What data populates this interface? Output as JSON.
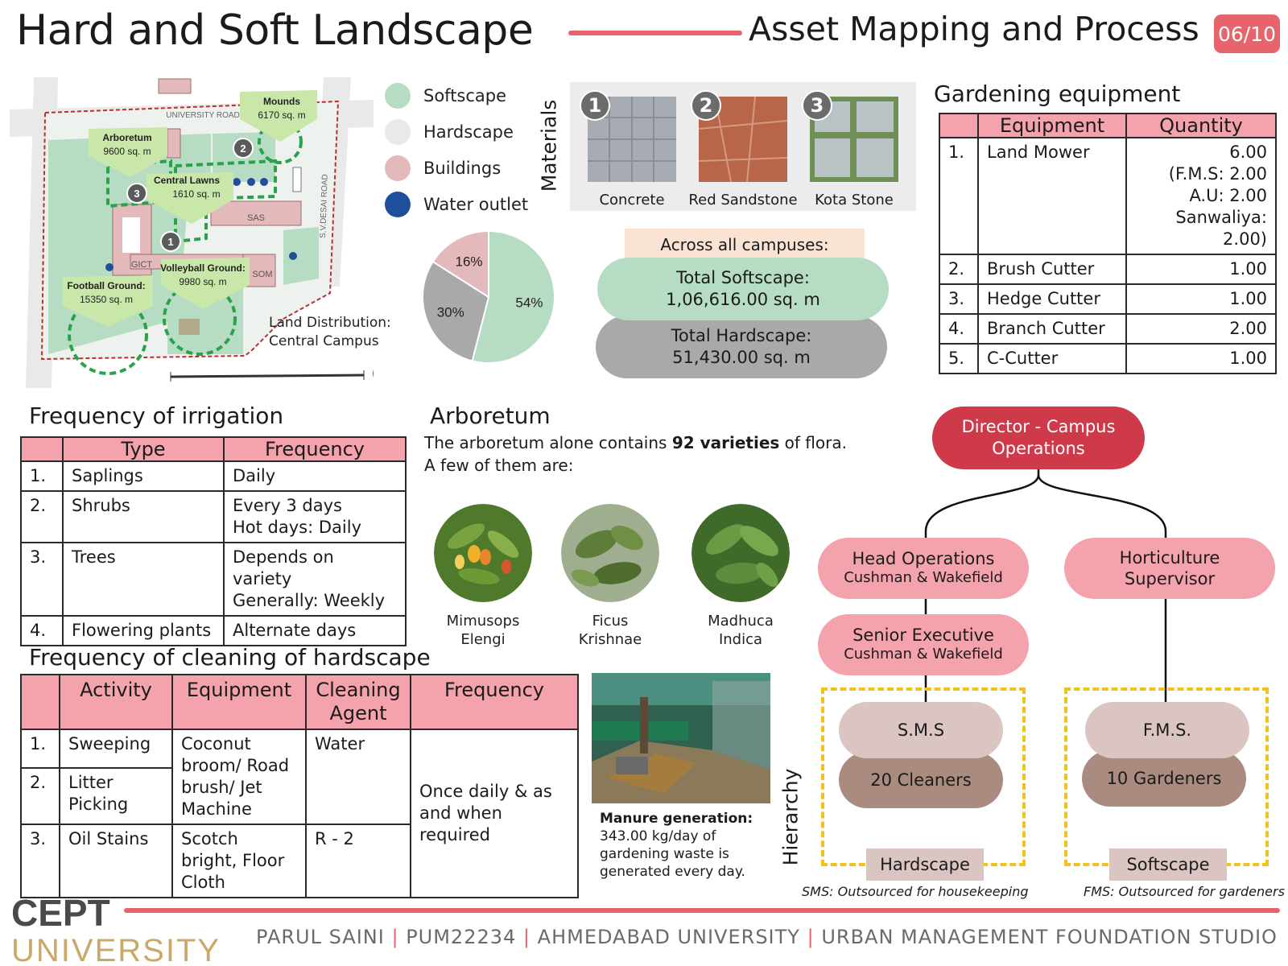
{
  "header": {
    "title": "Hard and Soft Landscape",
    "subtitle": "Asset Mapping and Process",
    "page_badge": "06/10"
  },
  "map": {
    "labels": {
      "mounds": "Mounds",
      "mounds_area": "6170 sq. m",
      "arboretum": "Arboretum",
      "arboretum_area": "9600 sq. m",
      "central_lawns": "Central Lawns",
      "central_lawns_area": "1610 sq. m",
      "volleyball": "Volleyball Ground:",
      "volleyball_area": "9980 sq. m",
      "football": "Football Ground:",
      "football_area": "15350 sq. m",
      "university_road": "UNIVERSITY ROAD",
      "desai_road": "S.V.DESAI ROAD",
      "sas": "SAS",
      "gict": "GICT",
      "som": "SOM",
      "marker_1": "1",
      "marker_2": "2",
      "marker_3": "3"
    },
    "caption_line1": "Land Distribution:",
    "caption_line2": "Central Campus"
  },
  "legend": [
    {
      "label": "Softscape",
      "color": "#b6dcc4"
    },
    {
      "label": "Hardscape",
      "color": "#e9e9e9"
    },
    {
      "label": "Buildings",
      "color": "#e3b9bc"
    },
    {
      "label": "Water outlet",
      "color": "#1f4e9a"
    }
  ],
  "chart_data": {
    "type": "pie",
    "slices": [
      {
        "label": "54%",
        "value": 54,
        "color": "#b6dcc4"
      },
      {
        "label": "30%",
        "value": 30,
        "color": "#a9a9a9"
      },
      {
        "label": "16%",
        "value": 16,
        "color": "#e3b9bc"
      }
    ]
  },
  "materials": {
    "heading": "Materials",
    "items": [
      {
        "num": "1",
        "name": "Concrete"
      },
      {
        "num": "2",
        "name": "Red Sandstone"
      },
      {
        "num": "3",
        "name": "Kota Stone"
      }
    ]
  },
  "campus_totals": {
    "heading": "Across all campuses:",
    "softscape_label": "Total Softscape:",
    "softscape_value": "1,06,616.00 sq. m",
    "hardscape_label": "Total Hardscape:",
    "hardscape_value": "51,430.00 sq. m"
  },
  "gardening_equipment": {
    "title": "Gardening equipment",
    "headers": [
      "Equipment",
      "Quantity"
    ],
    "rows": [
      {
        "num": "1.",
        "equipment": "Land Mower",
        "qty_lines": [
          "6.00",
          "(F.M.S: 2.00",
          "A.U: 2.00",
          "Sanwaliya: 2.00)"
        ]
      },
      {
        "num": "2.",
        "equipment": "Brush Cutter",
        "qty_lines": [
          "1.00"
        ]
      },
      {
        "num": "3.",
        "equipment": "Hedge Cutter",
        "qty_lines": [
          "1.00"
        ]
      },
      {
        "num": "4.",
        "equipment": "Branch Cutter",
        "qty_lines": [
          "2.00"
        ]
      },
      {
        "num": "5.",
        "equipment": "C-Cutter",
        "qty_lines": [
          "1.00"
        ]
      }
    ]
  },
  "irrigation": {
    "title": "Frequency of irrigation",
    "headers": [
      "Type",
      "Frequency"
    ],
    "rows": [
      {
        "num": "1.",
        "type": "Saplings",
        "freq": [
          "Daily"
        ]
      },
      {
        "num": "2.",
        "type": "Shrubs",
        "freq": [
          "Every 3 days",
          "Hot days: Daily"
        ]
      },
      {
        "num": "3.",
        "type": "Trees",
        "freq": [
          "Depends on variety",
          "Generally: Weekly"
        ]
      },
      {
        "num": "4.",
        "type": "Flowering plants",
        "freq": [
          "Alternate days"
        ]
      }
    ]
  },
  "cleaning": {
    "title": "Frequency of cleaning of hardscape",
    "headers": [
      "Activity",
      "Equipment",
      "Cleaning Agent",
      "Frequency"
    ],
    "rows": [
      {
        "num": "1.",
        "activity": "Sweeping"
      },
      {
        "num": "2.",
        "activity": "Litter Picking"
      },
      {
        "num": "3.",
        "activity": "Oil Stains"
      }
    ],
    "equipment_1_2": "Coconut broom/ Road brush/ Jet Machine",
    "equipment_3": "Scotch bright, Floor Cloth",
    "agent_1_2": "Water",
    "agent_3": "R - 2",
    "frequency_all": "Once daily & as and when required"
  },
  "arboretum": {
    "title": "Arboretum",
    "text_before": "The arboretum alone contains ",
    "text_bold": "92 varieties",
    "text_after": " of flora.",
    "text_line2": "A few of them are:",
    "plants": [
      {
        "line1": "Mimusops",
        "line2": "Elengi"
      },
      {
        "line1": "Ficus",
        "line2": "Krishnae"
      },
      {
        "line1": "Madhuca",
        "line2": "Indica"
      }
    ]
  },
  "manure": {
    "label": "Manure generation:",
    "text": "343.00 kg/day of gardening waste is generated every day."
  },
  "hierarchy": {
    "heading": "Hierarchy",
    "director": "Director - Campus Operations",
    "head_ops_line1": "Head Operations",
    "head_ops_line2": "Cushman & Wakefield",
    "horticulture_line1": "Horticulture",
    "horticulture_line2": "Supervisor",
    "senior_line1": "Senior Executive",
    "senior_line2": "Cushman & Wakefield",
    "sms": "S.M.S",
    "cleaners": "20 Cleaners",
    "fms": "F.M.S.",
    "gardeners": "10 Gardeners",
    "hardscape_tag": "Hardscape",
    "softscape_tag": "Softscape",
    "sms_note": "SMS: Outsourced  for housekeeping",
    "fms_note": "FMS: Outsourced for gardeners"
  },
  "footer": {
    "logo_top": "CEPT",
    "logo_bottom": "UNIVERSITY",
    "author": "PARUL SAINI",
    "id": "PUM22234",
    "university": "AHMEDABAD UNIVERSITY",
    "studio": "URBAN MANAGEMENT FOUNDATION STUDIO",
    "separator": "|"
  }
}
